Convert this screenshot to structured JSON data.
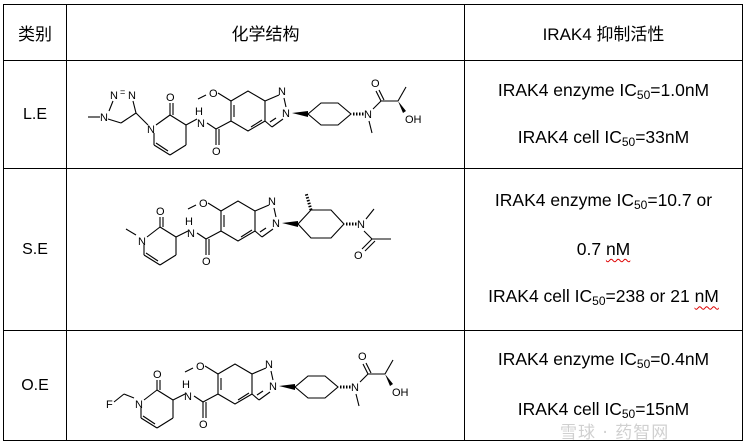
{
  "table": {
    "headers": [
      "类别",
      "化学结构",
      "IRAK4 抑制活性"
    ],
    "rows": [
      {
        "label": "L.E",
        "structure_icon": "chemical-structure-L-E",
        "activity": [
          {
            "prefix": "IRAK4 enzyme IC",
            "sub": "50",
            "suffix": "=1.0nM"
          },
          {
            "prefix": "IRAK4 cell IC",
            "sub": "50",
            "suffix": "=33nM"
          }
        ]
      },
      {
        "label": "S.E",
        "structure_icon": "chemical-structure-S-E",
        "activity": [
          {
            "prefix": "IRAK4 enzyme IC",
            "sub": "50",
            "suffix": "=10.7 or"
          },
          {
            "prefix": "0.7 ",
            "sub": "",
            "suffix": "",
            "squiggle": "nM"
          },
          {
            "prefix": "IRAK4 cell IC",
            "sub": "50",
            "suffix": "=238 or 21 ",
            "squiggle": "nM"
          }
        ]
      },
      {
        "label": "O.E",
        "structure_icon": "chemical-structure-O-E",
        "activity": [
          {
            "prefix": "IRAK4 enzyme IC",
            "sub": "50",
            "suffix": "=0.4nM"
          },
          {
            "prefix": "IRAK4 cell IC",
            "sub": "50",
            "suffix": "=15nM"
          }
        ]
      }
    ]
  },
  "atoms": {
    "N": "N",
    "NN": "N=N",
    "O": "O",
    "H": "H",
    "OH": "OH",
    "F": "F"
  },
  "watermark": "雪球 · 药智网"
}
